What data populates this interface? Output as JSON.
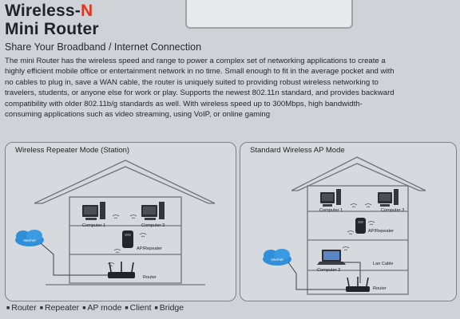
{
  "header": {
    "title_line1_prefix": "Wireless-",
    "title_line1_accent": "N",
    "title_line2": "Mini Router",
    "subtitle": "Share Your Broadband / Internet Connection"
  },
  "description": "The mini Router has the wireless speed and range to power a complex set of networking applications to create a\nhighly efficient mobile office or entertainment network in no time. Small enough to fit in the average pocket and with\nno cables to plug in, save a WAN cable, the router is uniquely suited to providing robust wireless networking to\ntravelers, students, or anyone else for work or play. Supports the newest 802.11n standard, and provides backward\ncompatibility with older 802.11b/g standards as well. With wireless speed up to 300Mbps, high bandwidth-\nconsuming applications such as video streaming, using VoIP, or online gaming",
  "left_panel": {
    "title": "Wireless Repeater Mode (Station)",
    "labels": {
      "computer1": "Computer 1",
      "computer3": "Computer 3",
      "repeater": "AP/Repeater",
      "router": "Router",
      "cloud": "Internet"
    }
  },
  "right_panel": {
    "title": "Standard Wireless AP Mode",
    "labels": {
      "computer1": "Computer 1",
      "computer3": "Computer 3",
      "repeater": "AP/Repeater",
      "computer2": "Computer 2",
      "lan_cable": "Lan Cable",
      "router": "Router",
      "cloud": "Internet"
    }
  },
  "legend": [
    "Router",
    "Repeater",
    "AP mode",
    "Client",
    "Bridge"
  ],
  "colors": {
    "accent": "#e0361f",
    "cloud": "#2f8fd8"
  }
}
